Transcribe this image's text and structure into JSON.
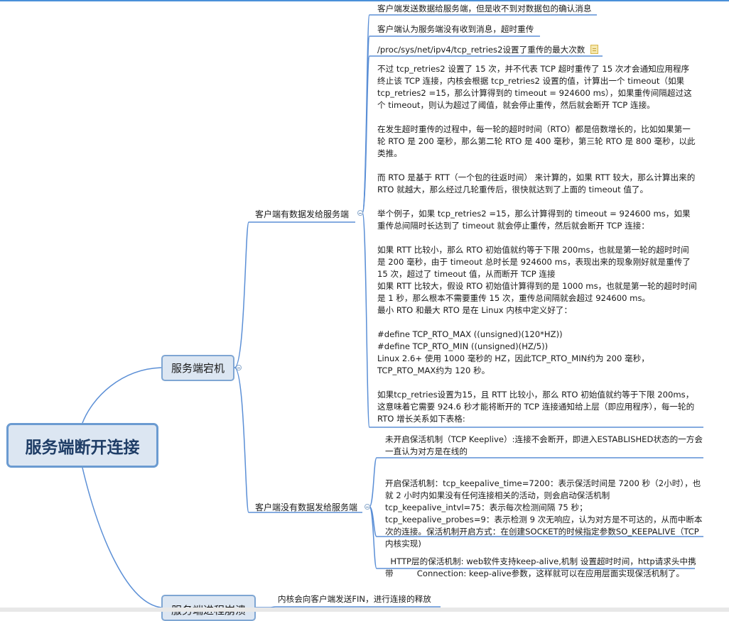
{
  "root": {
    "title": "服务端断开连接"
  },
  "server_down": {
    "label": "服务端宕机",
    "client_sends": {
      "label": "客户端有数据发给服务端",
      "items": [
        "客户端发送数据给服务端，但是收不到对数据包的确认消息",
        "客户端认为服务端没有收到消息，超时重传",
        "/proc/sys/net/ipv4/tcp_retries2设置了重传的最大次数"
      ],
      "detail": [
        "不过 tcp_retries2 设置了 15 次，并不代表 TCP 超时重传了 15 次才会通知应用程序终止该 TCP 连接，内核会根据 tcp_retries2 设置的值，计算出一个 timeout（如果 tcp_retries2 =15，那么计算得到的 timeout = 924600 ms），如果重传间隔超过这个 timeout，则认为超过了阈值，就会停止重传，然后就会断开 TCP 连接。",
        "",
        "在发生超时重传的过程中，每一轮的超时时间（RTO）都是倍数增长的，比如如果第一轮 RTO 是 200 毫秒，那么第二轮 RTO 是 400 毫秒，第三轮 RTO 是 800 毫秒，以此类推。",
        "",
        "而 RTO 是基于 RTT（一个包的往返时间） 来计算的，如果 RTT 较大，那么计算出来的 RTO 就越大，那么经过几轮重传后，很快就达到了上面的 timeout 值了。",
        "",
        "举个例子，如果 tcp_retries2 =15，那么计算得到的 timeout = 924600 ms，如果重传总间隔时长达到了 timeout 就会停止重传，然后就会断开 TCP 连接：",
        "",
        "如果 RTT 比较小，那么 RTO 初始值就约等于下限 200ms，也就是第一轮的超时时间是 200 毫秒，由于 timeout 总时长是 924600 ms，表现出来的现象刚好就是重传了 15 次，超过了 timeout 值，从而断开 TCP 连接",
        "如果 RTT 比较大，假设 RTO 初始值计算得到的是 1000 ms，也就是第一轮的超时时间是 1 秒，那么根本不需要重传 15 次，重传总间隔就会超过 924600 ms。",
        "最小 RTO 和最大 RTO 是在 Linux 内核中定义好了：",
        "",
        "#define TCP_RTO_MAX ((unsigned)(120*HZ))",
        "#define TCP_RTO_MIN ((unsigned)(HZ/5))",
        "Linux 2.6+ 使用 1000 毫秒的 HZ，因此TCP_RTO_MIN约为 200 毫秒，TCP_RTO_MAX约为 120 秒。",
        "",
        "如果tcp_retries设置为15，且 RTT 比较小，那么 RTO 初始值就约等于下限 200ms，这意味着它需要 924.6 秒才能将断开的 TCP 连接通知给上层（即应用程序），每一轮的 RTO 增长关系如下表格:"
      ]
    },
    "client_idle": {
      "label": "客户端没有数据发给服务端",
      "items": [
        "未开启保活机制（TCP Keeplive）:连接不会断开，即进入ESTABLISHED状态的一方会一直认为对方是在线的",
        "开启保活机制：tcp_keepalive_time=7200：表示保活时间是 7200 秒（2小时），也就 2 小时内如果没有任何连接相关的活动，则会启动保活机制\ntcp_keepalive_intvl=75：表示每次检测间隔 75 秒；\ntcp_keepalive_probes=9：表示检测 9 次无响应，认为对方是不可达的，从而中断本次的连接。保活机制开启方式：在创建SOCKET的时候指定参数SO_KEEPALIVE（TCP内核实现)",
        "HTTP层的保活机制: web软件支持keep-alive,机制 设置超时时间，http请求头中携带         Connection: keep-alive参数，这样就可以在应用层面实现保活机制了。"
      ]
    }
  },
  "server_process_crash": {
    "label": "服务端进程崩溃",
    "items": [
      "内核会向客户端发送FIN，进行连接的释放"
    ]
  }
}
